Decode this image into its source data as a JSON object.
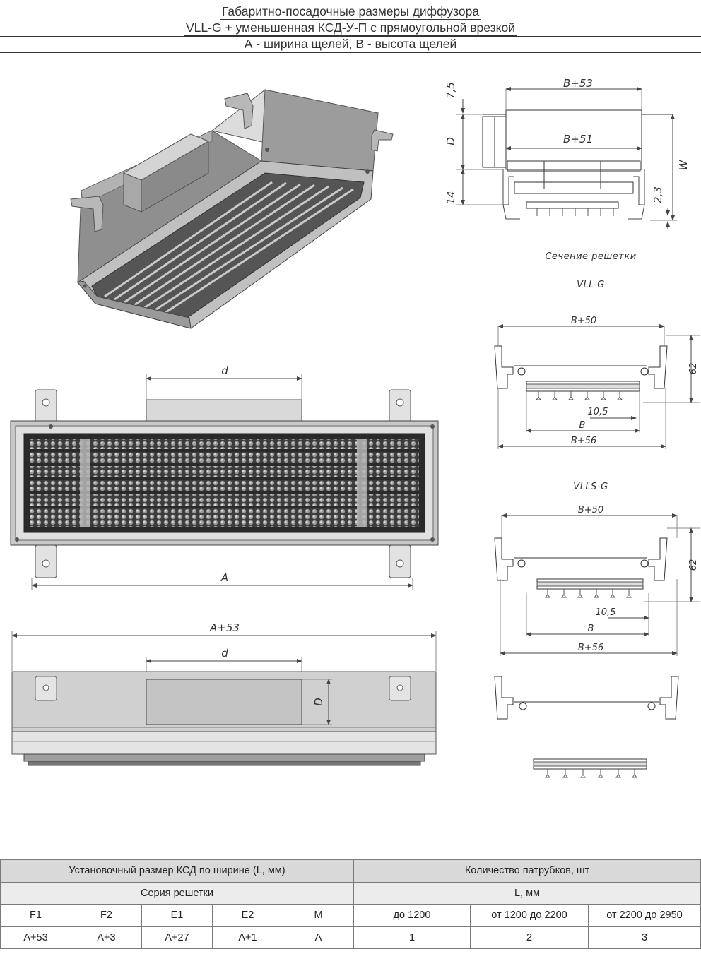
{
  "title": {
    "line1": "Габаритно-посадочные размеры диффузора",
    "line2": "VLL-G + уменьшенная КСД-У-П с прямоугольной врезкой",
    "line3": "А - ширина щелей, В - высота щелей"
  },
  "section_view": {
    "dim_width_top": "B+53",
    "dim_width_inner": "B+51",
    "dim_top_offset": "7,5",
    "dim_duct": "D",
    "dim_bottom": "14",
    "dim_lip": "2,3",
    "dim_height": "W"
  },
  "grille_section_caption": "Сечение решетки",
  "vll_g": {
    "caption": "VLL-G",
    "dim_top": "B+50",
    "dim_height": "62",
    "dim_slot": "10,5",
    "dim_b": "B",
    "dim_bottom": "B+56"
  },
  "vlls_g": {
    "caption": "VLLS-G",
    "dim_top": "B+50",
    "dim_height": "62",
    "dim_slot": "10,5",
    "dim_b": "B",
    "dim_bottom": "B+56"
  },
  "front_view": {
    "dim_d": "d",
    "dim_a": "A"
  },
  "side_view": {
    "dim_a53": "A+53",
    "dim_d": "d",
    "dim_D": "D"
  },
  "table": {
    "left_header": "Установочный размер КСД по ширине (L, мм)",
    "right_header": "Количество патрубков, шт",
    "left_sub": "Серия решетки",
    "right_sub": "L, мм",
    "series": [
      "F1",
      "F2",
      "E1",
      "E2",
      "M"
    ],
    "series_values": [
      "A+53",
      "A+3",
      "A+27",
      "A+1",
      "A"
    ],
    "ranges": [
      "до 1200",
      "от 1200 до 2200",
      "от 2200 до 2950"
    ],
    "counts": [
      "1",
      "2",
      "3"
    ]
  }
}
